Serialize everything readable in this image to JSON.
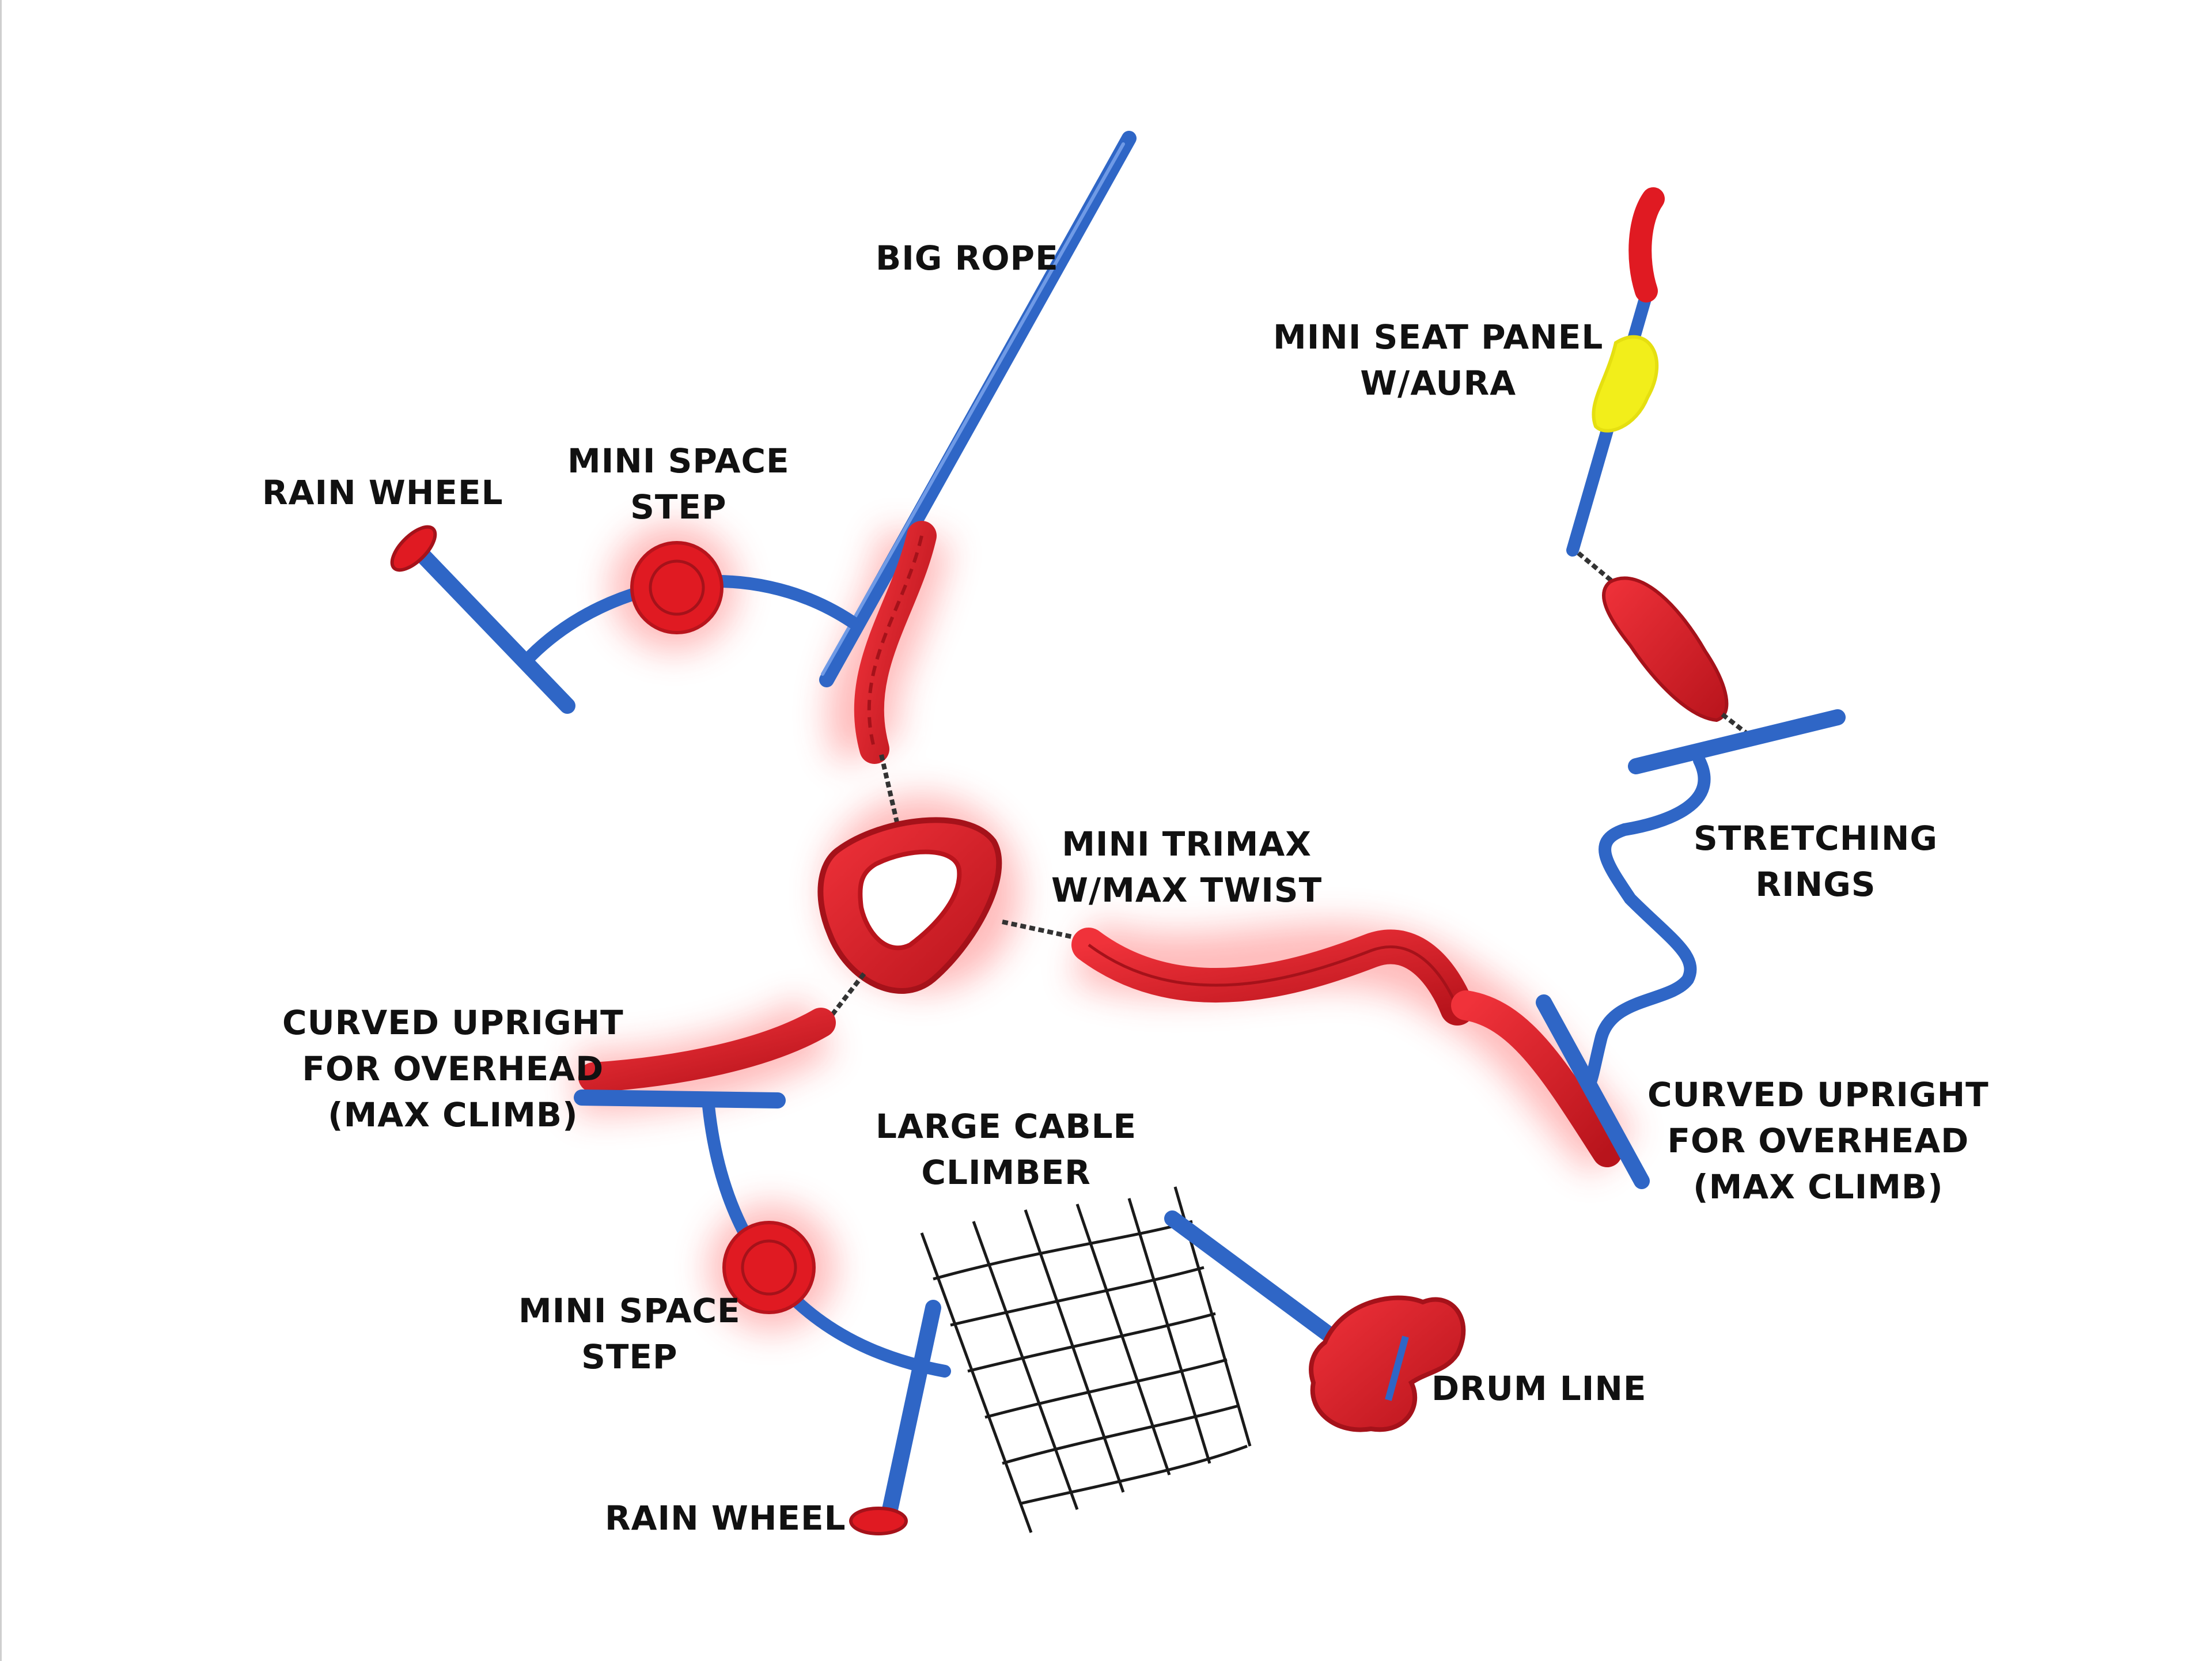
{
  "colors": {
    "post_blue": "#2f66c6",
    "post_blue_dark": "#1f4a9a",
    "part_red": "#e01a22",
    "part_red_dark": "#a5121a",
    "aura_yellow": "#f2ee1a",
    "net_black": "#1a1a1a",
    "label_text": "#111111",
    "background": "#ffffff"
  },
  "labels": {
    "big_rope": [
      "BIG ROPE"
    ],
    "mini_seat_panel": [
      "MINI SEAT PANEL",
      "W/AURA"
    ],
    "rain_wheel_top": [
      "RAIN WHEEL"
    ],
    "mini_space_step_top": [
      "MINI SPACE",
      "STEP"
    ],
    "mini_trimax": [
      "MINI TRIMAX",
      "W/MAX TWIST"
    ],
    "stretching_rings": [
      "STRETCHING",
      "RINGS"
    ],
    "curved_upright_left": [
      "CURVED UPRIGHT",
      "FOR OVERHEAD",
      "(MAX CLIMB)"
    ],
    "large_cable_climber": [
      "LARGE CABLE",
      "CLIMBER"
    ],
    "curved_upright_right": [
      "CURVED UPRIGHT",
      "FOR OVERHEAD",
      "(MAX CLIMB)"
    ],
    "mini_space_step_bottom": [
      "MINI SPACE",
      "STEP"
    ],
    "drum_line": [
      "DRUM LINE"
    ],
    "rain_wheel_bottom": [
      "RAIN WHEEL"
    ]
  }
}
